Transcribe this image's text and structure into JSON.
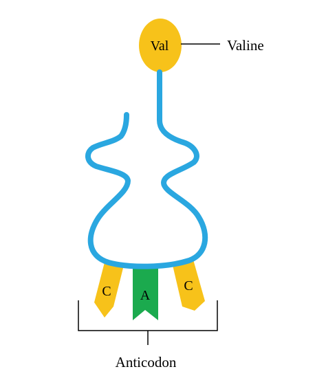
{
  "amino_acid": {
    "abbreviation": "Val",
    "name": "Valine"
  },
  "anticodon": {
    "label": "Anticodon",
    "bases": [
      "C",
      "A",
      "C"
    ]
  },
  "colors": {
    "amino_acid_fill": "#F7C21A",
    "trna_strand": "#2AA7E0",
    "base_c": "#F7C21A",
    "base_a": "#1BAA4E",
    "text": "#000000"
  }
}
